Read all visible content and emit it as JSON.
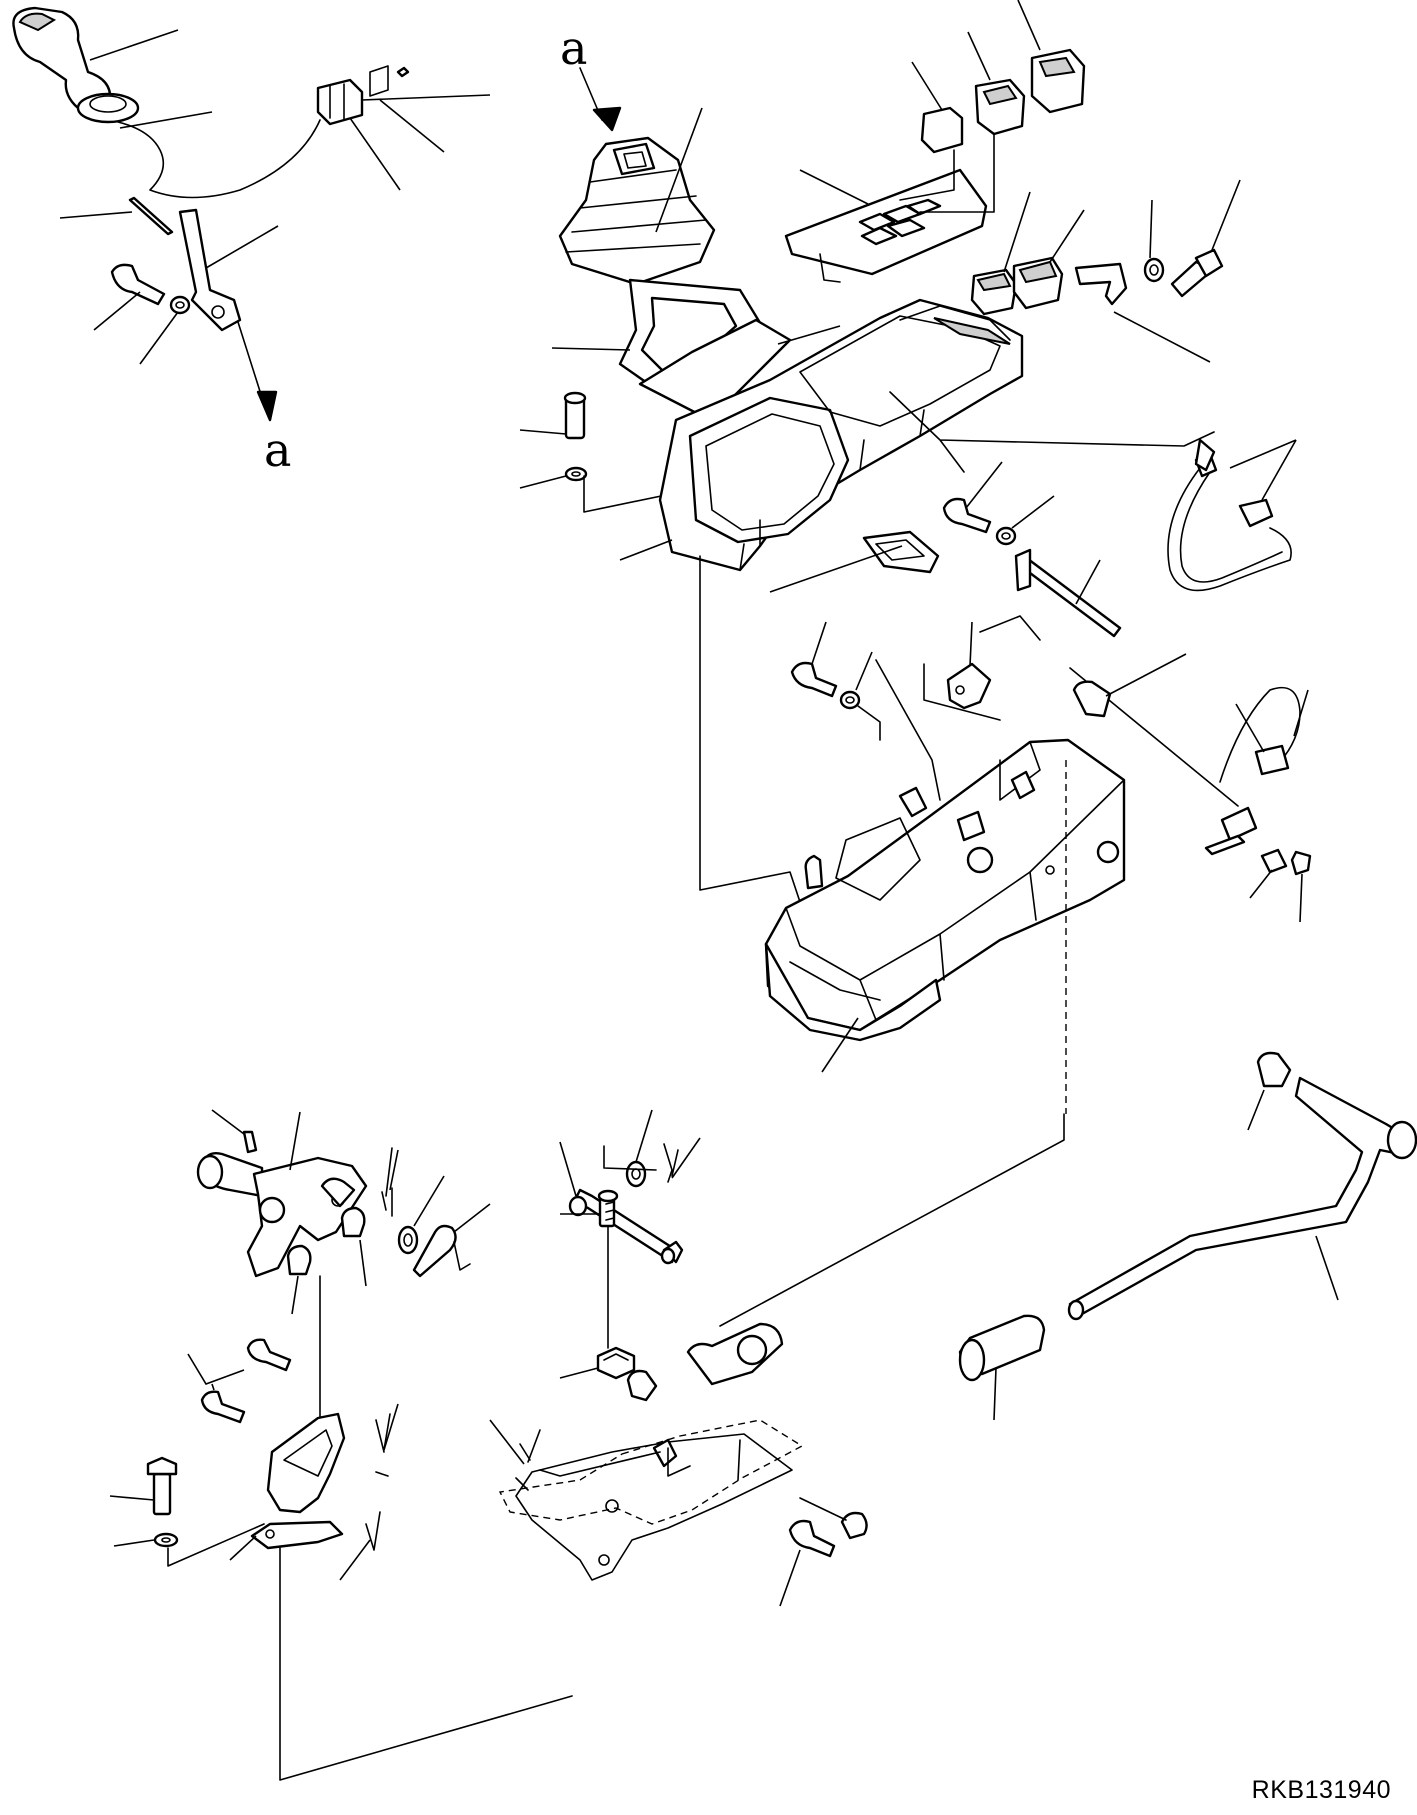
{
  "drawing": {
    "code": "RKB131940",
    "view_reference_top": "a",
    "view_reference_left": "a"
  }
}
